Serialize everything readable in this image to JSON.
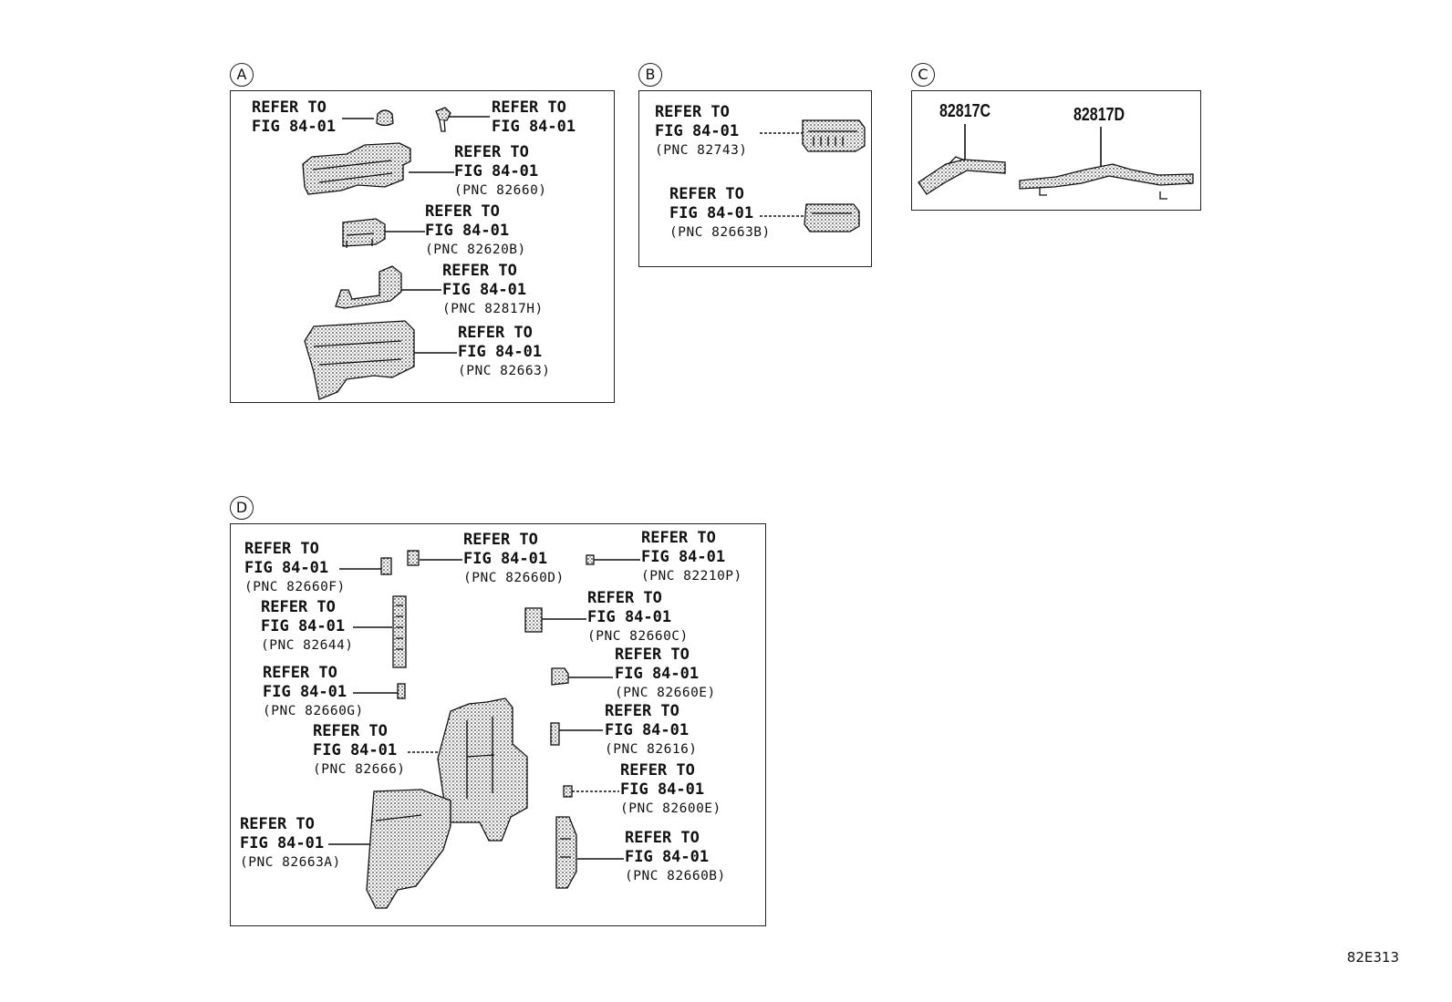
{
  "panels": [
    {
      "id": "A",
      "callouts": [
        {
          "l1": "REFER TO",
          "l2": "FIG 84-01",
          "pnc": ""
        },
        {
          "l1": "REFER TO",
          "l2": "FIG 84-01",
          "pnc": ""
        },
        {
          "l1": "REFER TO",
          "l2": "FIG 84-01",
          "pnc": "(PNC 82660)"
        },
        {
          "l1": "REFER TO",
          "l2": "FIG 84-01",
          "pnc": "(PNC 82620B)"
        },
        {
          "l1": "REFER TO",
          "l2": "FIG 84-01",
          "pnc": "(PNC 82817H)"
        },
        {
          "l1": "REFER TO",
          "l2": "FIG 84-01",
          "pnc": "(PNC 82663)"
        }
      ]
    },
    {
      "id": "B",
      "callouts": [
        {
          "l1": "REFER TO",
          "l2": "FIG 84-01",
          "pnc": "(PNC 82743)"
        },
        {
          "l1": "REFER TO",
          "l2": "FIG 84-01",
          "pnc": "(PNC 82663B)"
        }
      ]
    },
    {
      "id": "C",
      "parts": [
        "82817C",
        "82817D"
      ]
    },
    {
      "id": "D",
      "callouts": [
        {
          "l1": "REFER TO",
          "l2": "FIG 84-01",
          "pnc": "(PNC 82660F)"
        },
        {
          "l1": "REFER TO",
          "l2": "FIG 84-01",
          "pnc": "(PNC 82660D)"
        },
        {
          "l1": "REFER TO",
          "l2": "FIG 84-01",
          "pnc": "(PNC 82210P)"
        },
        {
          "l1": "REFER TO",
          "l2": "FIG 84-01",
          "pnc": "(PNC 82644)"
        },
        {
          "l1": "REFER TO",
          "l2": "FIG 84-01",
          "pnc": "(PNC 82660C)"
        },
        {
          "l1": "REFER TO",
          "l2": "FIG 84-01",
          "pnc": "(PNC 82660E)"
        },
        {
          "l1": "REFER TO",
          "l2": "FIG 84-01",
          "pnc": "(PNC 82660G)"
        },
        {
          "l1": "REFER TO",
          "l2": "FIG 84-01",
          "pnc": "(PNC 82616)"
        },
        {
          "l1": "REFER TO",
          "l2": "FIG 84-01",
          "pnc": "(PNC 82666)"
        },
        {
          "l1": "REFER TO",
          "l2": "FIG 84-01",
          "pnc": "(PNC 82600E)"
        },
        {
          "l1": "REFER TO",
          "l2": "FIG 84-01",
          "pnc": "(PNC 82663A)"
        },
        {
          "l1": "REFER TO",
          "l2": "FIG 84-01",
          "pnc": "(PNC 82660B)"
        }
      ]
    }
  ],
  "figure_id": "82E313"
}
